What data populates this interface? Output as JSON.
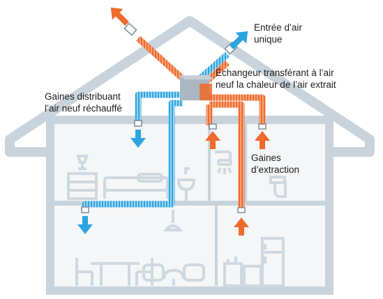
{
  "labels": {
    "intake": [
      "Entrée d’air",
      "unique"
    ],
    "exchanger": [
      "Échangeur transférant à l’air",
      "neuf la chaleur de l’air extrait"
    ],
    "supply_ducts": [
      "Gaines distribuant",
      "l’air neuf réchauffé"
    ],
    "extract_ducts": [
      "Gaines",
      "d’extraction"
    ]
  },
  "colors": {
    "house_outline": "#c9d3dc",
    "house_fill": "#f4f6f8",
    "furniture": "#cfd8e0",
    "warm_air": "#ef6a2d",
    "fresh_air": "#2ba4e0",
    "exchanger_box": "#aab6c2",
    "text": "#1d1d1b"
  },
  "icons": {
    "arrow_up": "arrow-up-icon",
    "arrow_down": "arrow-down-icon",
    "arrow_diagonal": "arrow-diagonal-icon"
  }
}
